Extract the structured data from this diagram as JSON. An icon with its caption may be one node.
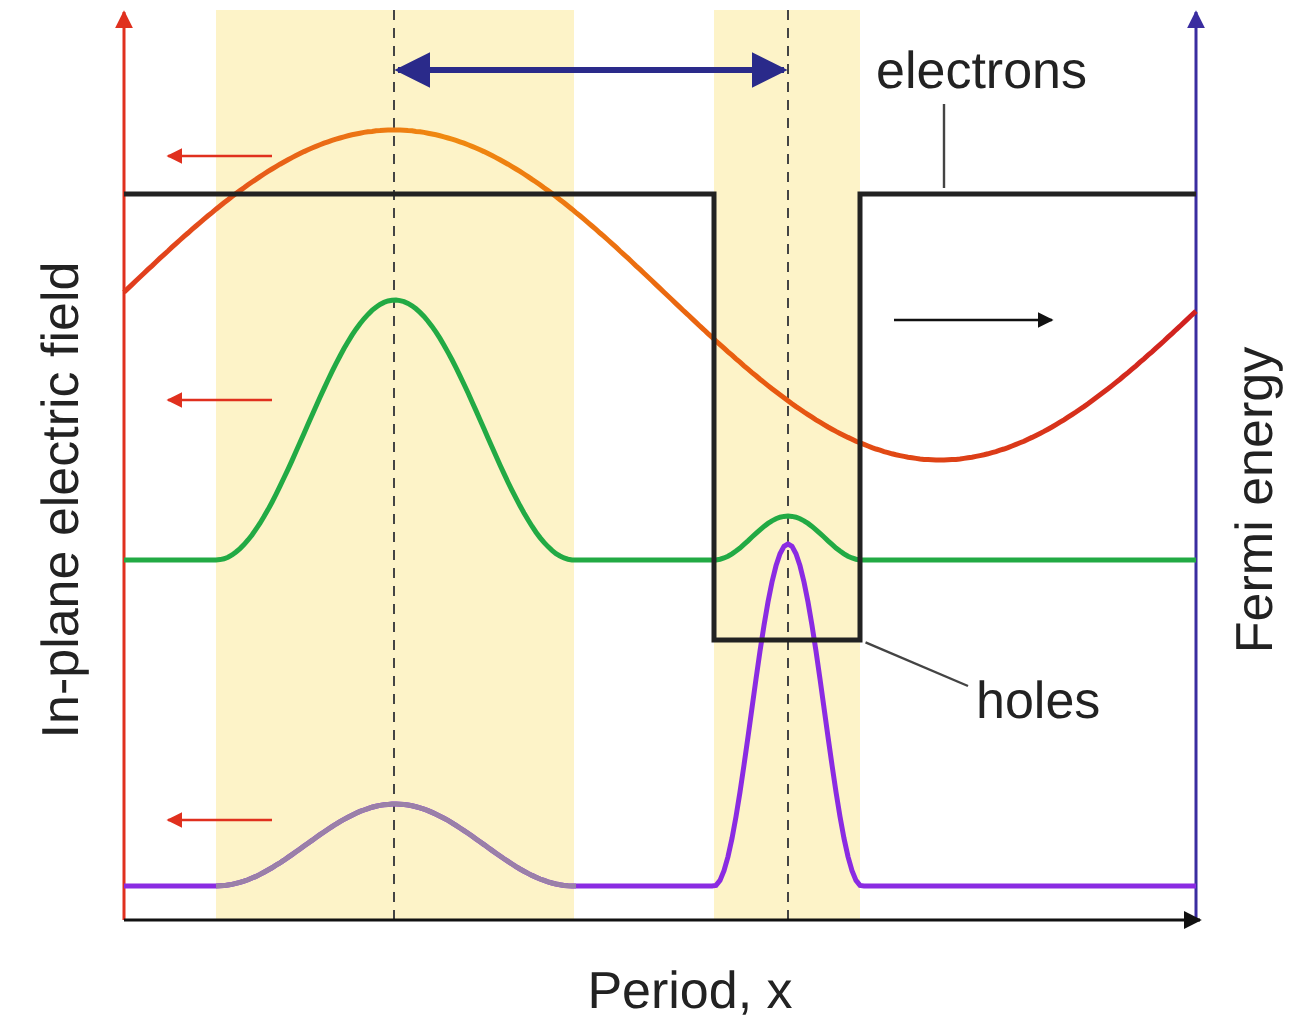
{
  "diagram": {
    "nodes": [
      {
        "text": [
          "electrons"
        ]
      },
      {
        "text": [],
        "shape": "line"
      },
      {
        "text": [
          "holes"
        ]
      }
    ],
    "edges": [
      {
        "from": 0,
        "to": 1,
        "arrow": "none"
      },
      {
        "from": 2,
        "to": 1,
        "arrow": "none"
      }
    ],
    "labels": [
      "In-plane electric field",
      "Fermi energy",
      "Period, x"
    ]
  }
}
